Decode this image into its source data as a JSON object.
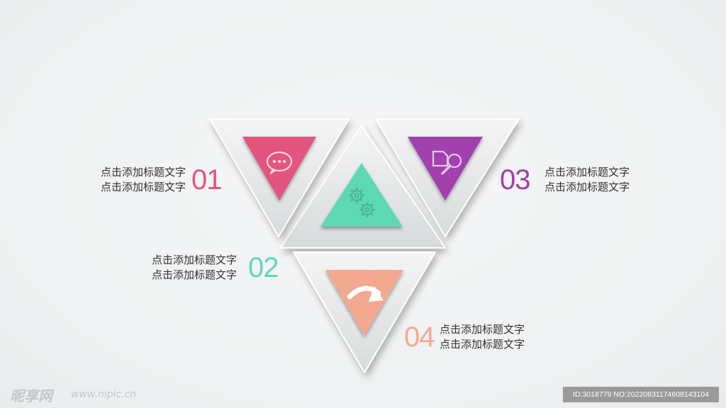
{
  "items": [
    {
      "number": "01",
      "line1": "点击添加标题文字",
      "line2": "点击添加标题文字",
      "color": "#e2557f",
      "icon": "chat-bubble-icon"
    },
    {
      "number": "02",
      "line1": "点击添加标题文字",
      "line2": "点击添加标题文字",
      "color": "#5fd8b4",
      "icon": "gears-icon"
    },
    {
      "number": "03",
      "line1": "点击添加标题文字",
      "line2": "点击添加标题文字",
      "color": "#a23fae",
      "icon": "search-document-icon"
    },
    {
      "number": "04",
      "line1": "点击添加标题文字",
      "line2": "点击添加标题文字",
      "color": "#f2a990",
      "icon": "redo-arrow-icon"
    }
  ],
  "watermark": {
    "logo": "昵享网",
    "url": "www.nipic.cn"
  },
  "image_id": "ID:3018779 NO:20220831174608143104"
}
